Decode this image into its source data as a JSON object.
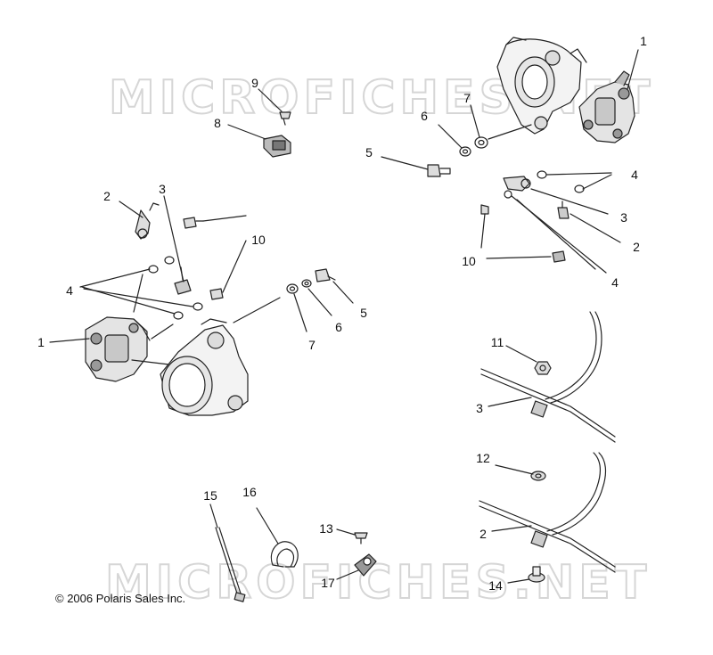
{
  "watermark": {
    "text": "MICROFICHES.NET"
  },
  "copyright": "© 2006 Polaris Sales Inc.",
  "callouts": [
    {
      "id": "c1a",
      "label": "1"
    },
    {
      "id": "c9",
      "label": "9"
    },
    {
      "id": "c8",
      "label": "8"
    },
    {
      "id": "c7a",
      "label": "7"
    },
    {
      "id": "c6a",
      "label": "6"
    },
    {
      "id": "c5a",
      "label": "5"
    },
    {
      "id": "c4a",
      "label": "4"
    },
    {
      "id": "c3a",
      "label": "3"
    },
    {
      "id": "c2a",
      "label": "2"
    },
    {
      "id": "c10a",
      "label": "10"
    },
    {
      "id": "c4b",
      "label": "4"
    },
    {
      "id": "c2b",
      "label": "2"
    },
    {
      "id": "c3b",
      "label": "3"
    },
    {
      "id": "c10b",
      "label": "10"
    },
    {
      "id": "c4c",
      "label": "4"
    },
    {
      "id": "c1b",
      "label": "1"
    },
    {
      "id": "c5b",
      "label": "5"
    },
    {
      "id": "c6b",
      "label": "6"
    },
    {
      "id": "c7b",
      "label": "7"
    },
    {
      "id": "c11",
      "label": "11"
    },
    {
      "id": "c3c",
      "label": "3"
    },
    {
      "id": "c12",
      "label": "12"
    },
    {
      "id": "c2c",
      "label": "2"
    },
    {
      "id": "c15",
      "label": "15"
    },
    {
      "id": "c16",
      "label": "16"
    },
    {
      "id": "c13",
      "label": "13"
    },
    {
      "id": "c17",
      "label": "17"
    },
    {
      "id": "c14",
      "label": "14"
    }
  ]
}
